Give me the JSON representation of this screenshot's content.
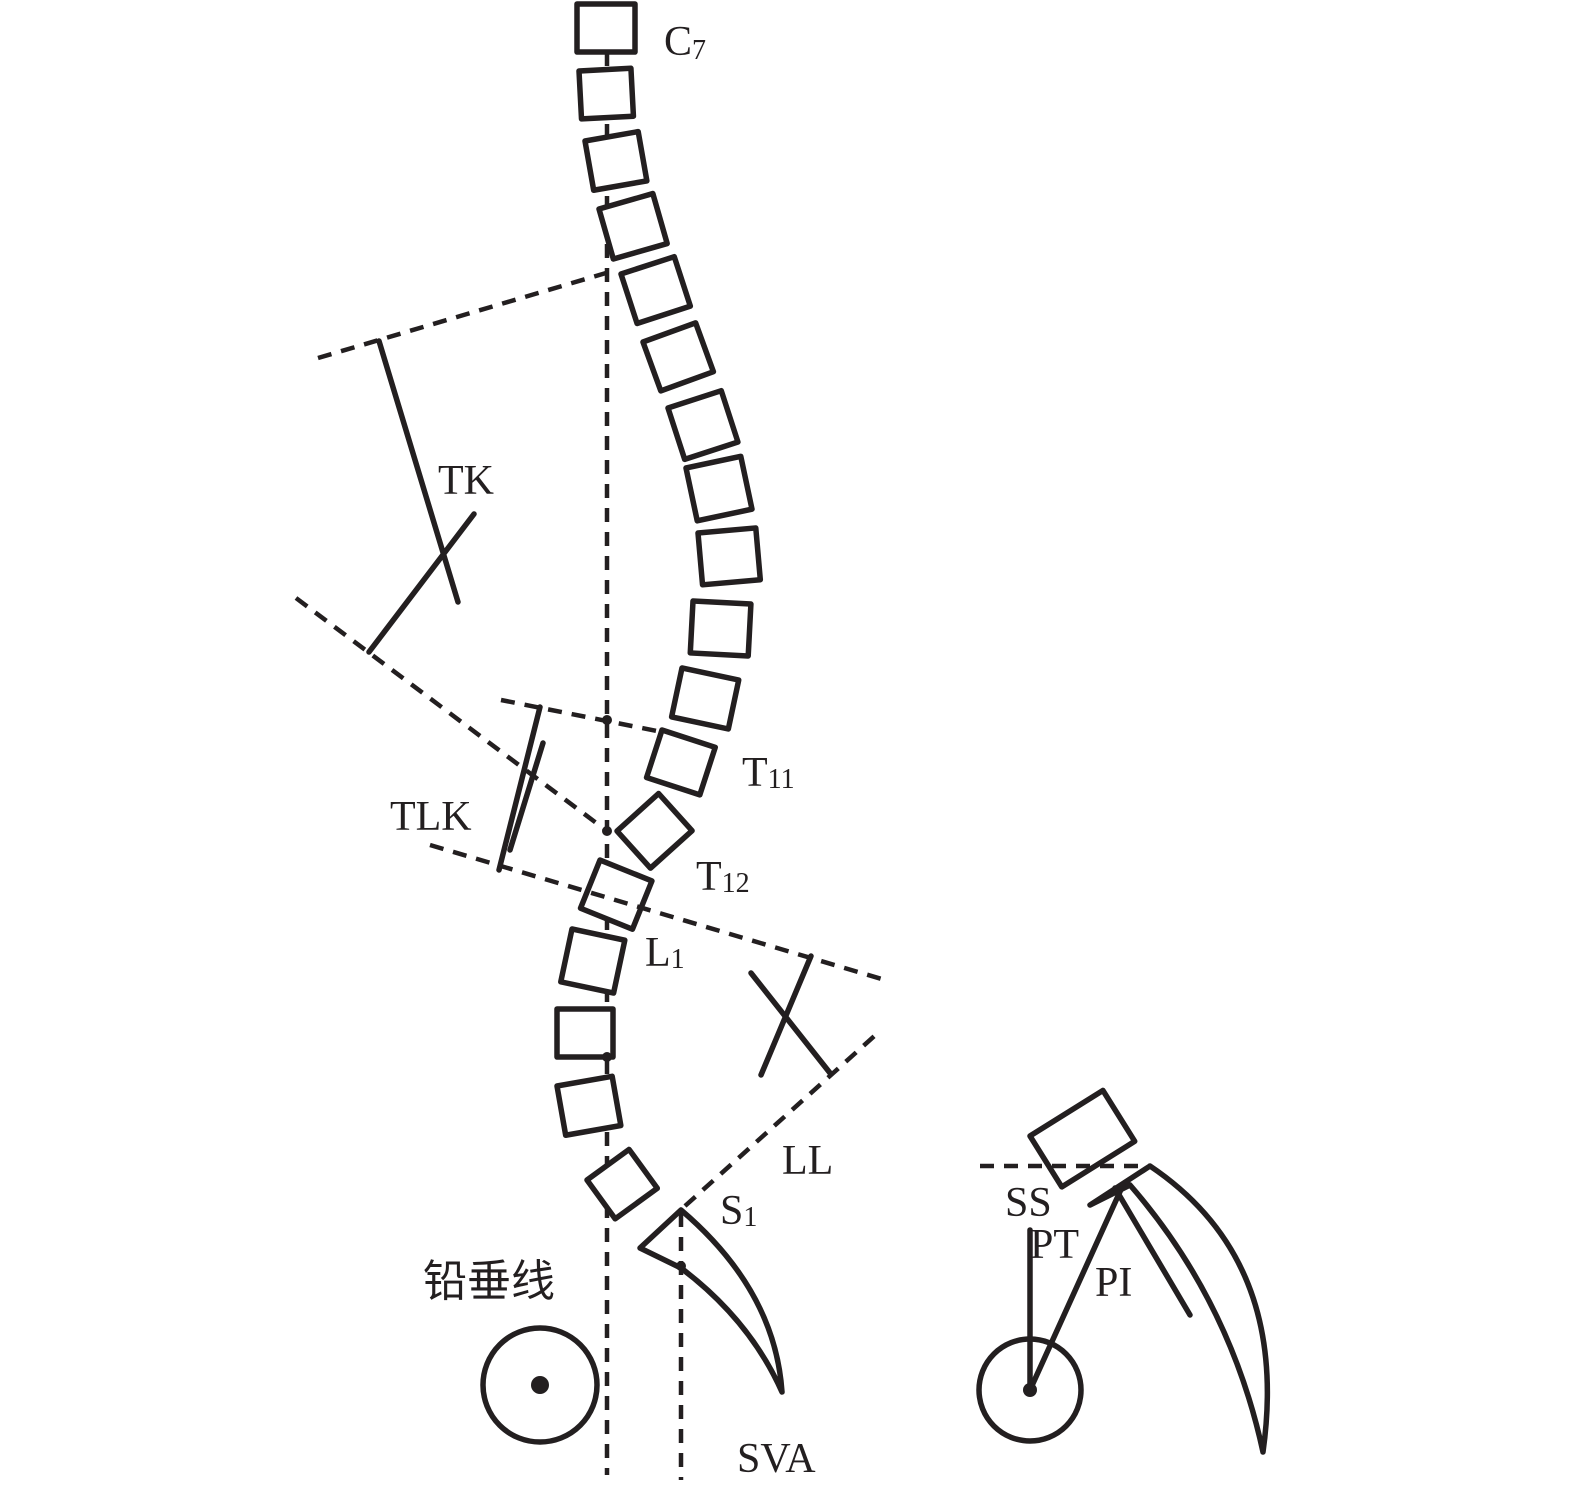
{
  "labels": {
    "c7": "C",
    "c7_sub": "7",
    "tk": "TK",
    "t11": "T",
    "t11_sub": "11",
    "tlk": "TLK",
    "t12": "T",
    "t12_sub": "12",
    "l1": "L",
    "l1_sub": "1",
    "ll": "LL",
    "s1": "S",
    "s1_sub": "1",
    "plumb_line": "铅垂线",
    "sva": "SVA",
    "ss": "SS",
    "pt": "PT",
    "pi": "PI"
  },
  "colors": {
    "ink": "#231f20",
    "background": "#ffffff"
  }
}
